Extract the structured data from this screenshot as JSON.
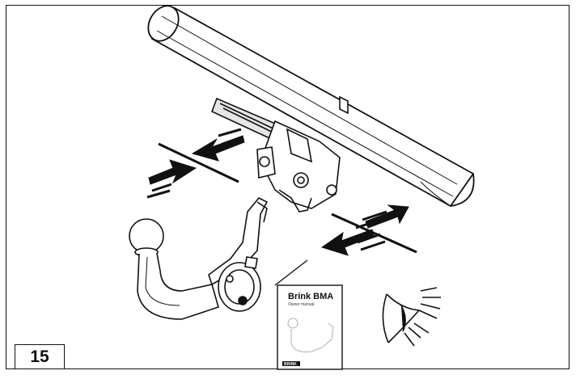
{
  "step": {
    "number": "15"
  },
  "manual": {
    "title": "Brink BMA",
    "subtitle": "Owner manual",
    "brand": "BRINK"
  },
  "icons": [
    "tow-bar-crossbeam",
    "detachable-towball",
    "push-arrows-icon",
    "eye-icon",
    "manual-booklet-icon"
  ],
  "colors": {
    "line": "#111111",
    "fill": "#ffffff",
    "shade": "#d9d9d9"
  }
}
